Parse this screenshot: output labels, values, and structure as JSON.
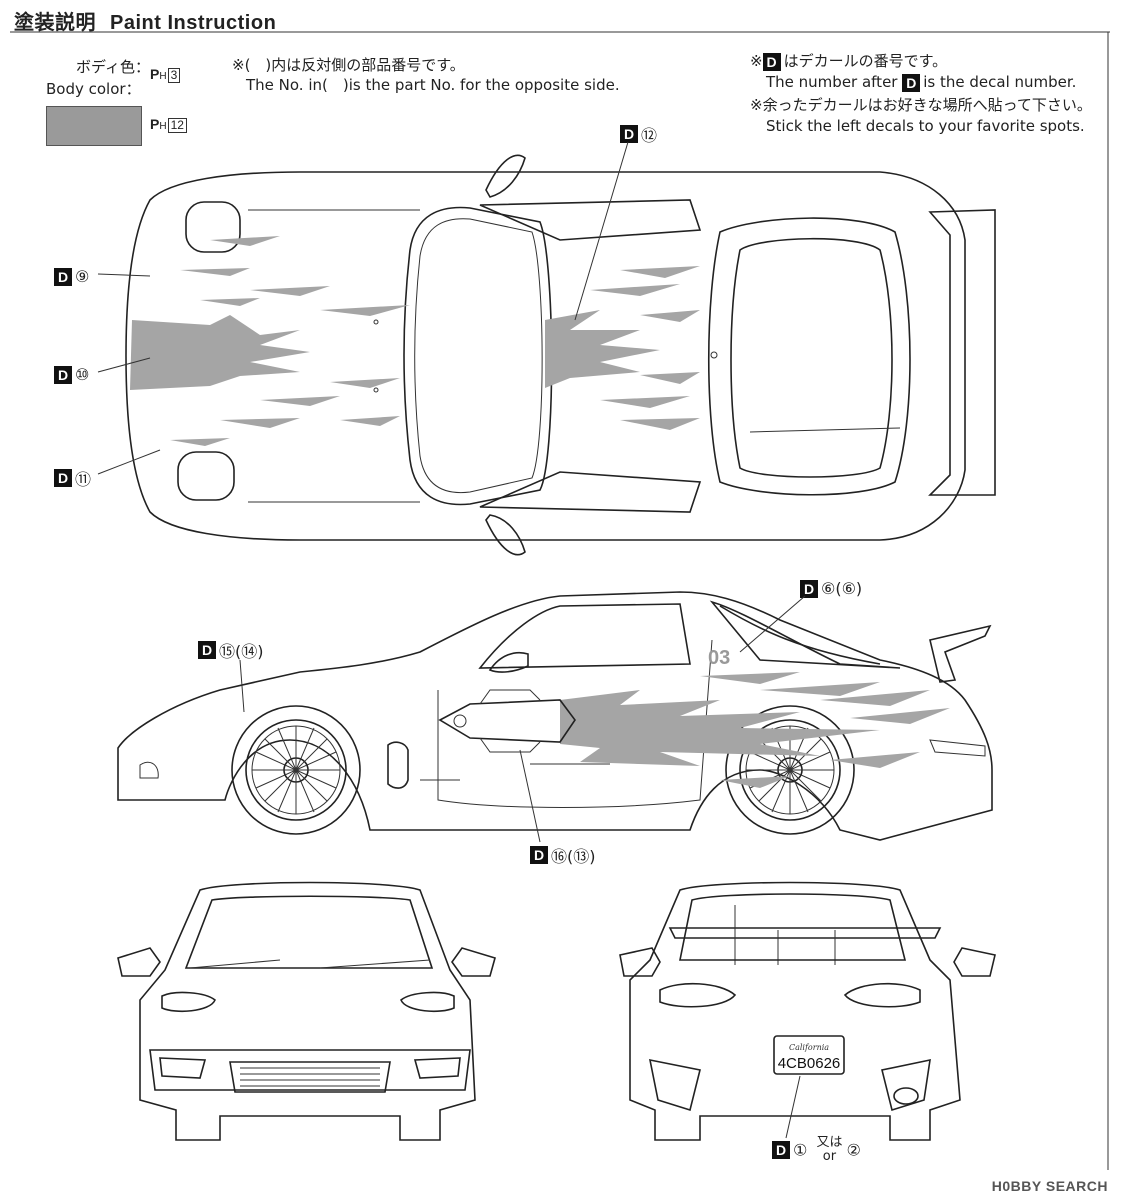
{
  "header": {
    "title_jp": "塗装説明",
    "title_en": "Paint Instruction"
  },
  "body_color": {
    "label_jp": "ボディ色：",
    "label_en": "Body color：",
    "code1_prefix": "P",
    "code1_sub": "H",
    "code1_num": "3",
    "code2_prefix": "P",
    "code2_sub": "H",
    "code2_num": "12",
    "swatch_color": "#9a9a9a"
  },
  "notes": {
    "opposite_jp": "※(　)内は反対側の部品番号です。",
    "opposite_en": "The No. in(　)is the part No. for the opposite side.",
    "decal_jp_pre": "※",
    "decal_jp_post": "はデカールの番号です。",
    "decal_en_pre": "The number after",
    "decal_en_post": "is the decal number.",
    "left_jp": "※余ったデカールはお好きな場所へ貼って下さい。",
    "left_en": "Stick the left decals to your favorite spots."
  },
  "decals": {
    "d_letter": "D",
    "d12": "⑫",
    "d9": "⑨",
    "d10": "⑩",
    "d11": "⑪",
    "d6": "⑥(⑥)",
    "d15": "⑮(⑭)",
    "d16": "⑯(⑬)",
    "d1": "①",
    "d1_or_jp": "又は",
    "d1_or_en": "or",
    "d2": "②"
  },
  "vehicle": {
    "door_number": "03",
    "plate": "4CB0626",
    "plate_state": "California"
  },
  "watermark": "H0BBY SEARCH"
}
